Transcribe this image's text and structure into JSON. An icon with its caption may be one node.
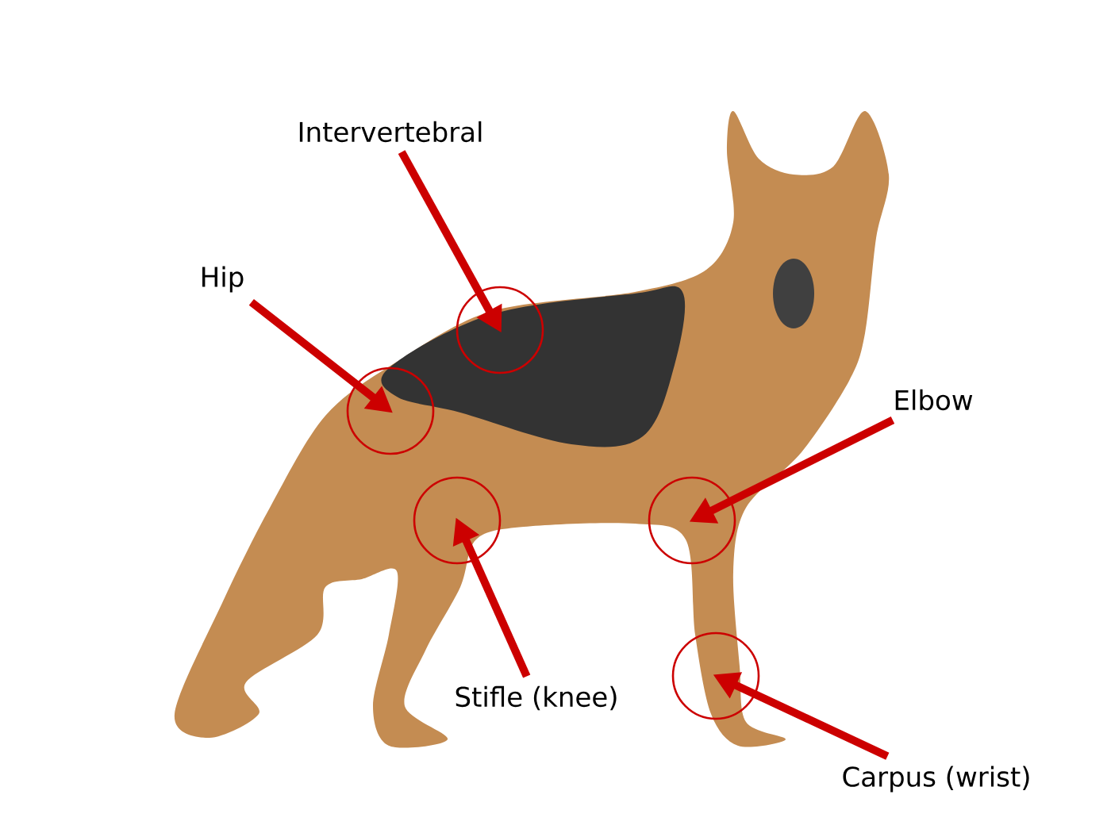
{
  "diagram": {
    "nodes": [
      {
        "text": [
          "Intervertebral"
        ]
      },
      {
        "text": [],
        "shape": "circle"
      },
      {
        "text": [
          "Hip"
        ]
      },
      {
        "text": [],
        "shape": "circle"
      },
      {
        "text": [
          "Elbow"
        ]
      },
      {
        "text": [],
        "shape": "circle"
      },
      {
        "text": [
          "Stifle (knee)"
        ]
      },
      {
        "text": [],
        "shape": "circle"
      },
      {
        "text": [
          "Carpus (wrist)"
        ]
      },
      {
        "text": [],
        "shape": "circle"
      }
    ],
    "edges": [
      {
        "from": 0,
        "to": 1,
        "arrow": "to"
      },
      {
        "from": 2,
        "to": 3,
        "arrow": "to"
      },
      {
        "from": 4,
        "to": 5,
        "arrow": "to"
      },
      {
        "from": 6,
        "to": 7,
        "arrow": "to"
      },
      {
        "from": 8,
        "to": 9,
        "arrow": "to"
      }
    ]
  }
}
